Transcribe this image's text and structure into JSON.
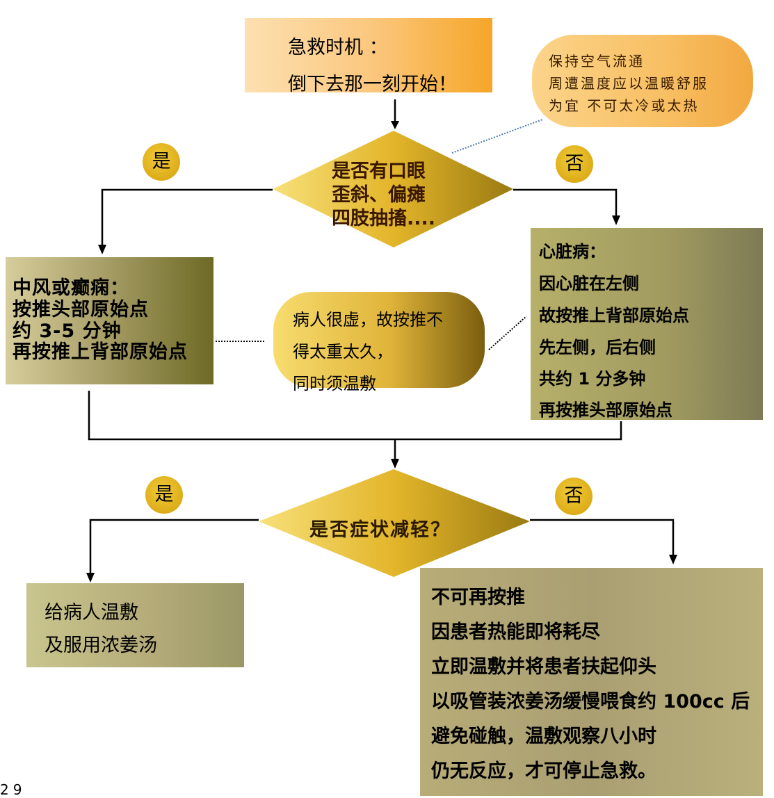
{
  "start": {
    "lines": [
      "急救时机 ：",
      "倒下去那一刻开始！"
    ]
  },
  "environment_note": {
    "lines": [
      "保持空气流通",
      "周遭温度应以温暖舒服",
      "为宜 不可太冷或太热"
    ]
  },
  "decision1": {
    "lines": [
      "是否有口眼",
      "歪斜、偏瘫",
      "四肢抽搐...."
    ],
    "yes_label": "是",
    "no_label": "否"
  },
  "stroke_box": {
    "lines": [
      "中风或癫痫：",
      "按推头部原始点",
      "约 3-5 分钟",
      "再按推上背部原始点"
    ]
  },
  "caution_note": {
    "lines": [
      "病人很虚，故按推不",
      "得太重太久，",
      "同时须温敷"
    ]
  },
  "heart_box": {
    "lines": [
      "心脏病：",
      "因心脏在左侧",
      "故按推上背部原始点",
      "先左侧，后右侧",
      "共约 1 分多钟",
      "再按推头部原始点"
    ]
  },
  "decision2": {
    "label": "是否症状减轻？",
    "yes_label": "是",
    "no_label": "否"
  },
  "yes_result": {
    "lines": [
      "给病人温敷",
      "及服用浓姜汤"
    ]
  },
  "no_result": {
    "lines": [
      "不可再按推",
      "因患者热能即将耗尽",
      "立即温敷并将患者扶起仰头",
      "以吸管装浓姜汤缓慢喂食约 100cc 后",
      "避免碰触，温敷观察八小时",
      "仍无反应，才可停止急救。"
    ]
  },
  "page_number": "29",
  "colors": {
    "gold": "#e0b020",
    "olive": "#8a8650",
    "orange": "#f6a628"
  }
}
